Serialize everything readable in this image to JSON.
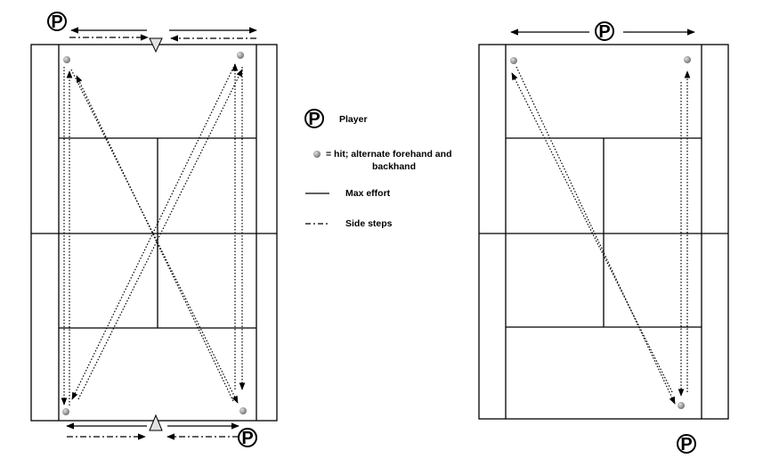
{
  "player_symbol": "P",
  "legend": {
    "player": "Player",
    "hit_line1": "= hit; alternate forehand and",
    "hit_line2": "backhand",
    "max_effort": "Max effort",
    "side_steps": "Side steps"
  },
  "colors": {
    "line": "#000000",
    "shuttle": "#8a8a8a",
    "marker": "#d0d0d0"
  },
  "icons": [
    "player-icon",
    "shuttle-icon",
    "triangle-marker-icon",
    "arrow-icon"
  ]
}
